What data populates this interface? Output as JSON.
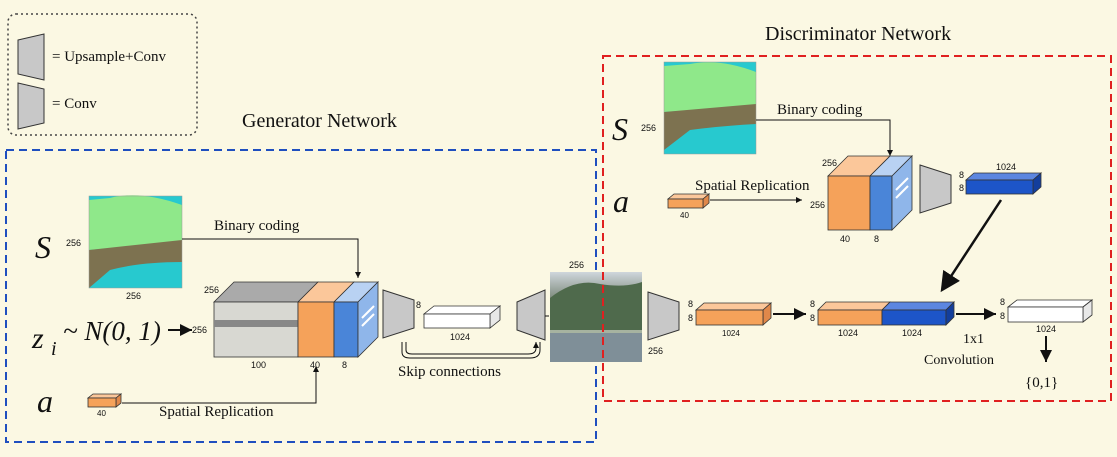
{
  "legend": {
    "upsample_conv": "= Upsample+Conv",
    "conv": "= Conv"
  },
  "generator": {
    "title": "Generator Network",
    "s_label": "S",
    "s_size": "256",
    "s_width": "256",
    "binary_coding": "Binary coding",
    "z_label": "z",
    "z_sub": "i",
    "z_dist": "~ N(0, 1)",
    "z_size": "256",
    "a_label": "a",
    "a_size": "40",
    "spatial_replication": "Spatial Replication",
    "block_size": "256",
    "dim_100": "100",
    "dim_40": "40",
    "dim_8": "8",
    "conv_8": "8",
    "fc_1024": "1024",
    "skip": "Skip connections"
  },
  "output_image": {
    "top_size": "256",
    "side_size": "256"
  },
  "discriminator": {
    "title": "Discriminator Network",
    "s_label": "S",
    "s_size": "256",
    "binary_coding": "Binary coding",
    "a_label": "a",
    "a_size": "40",
    "spatial_replication": "Spatial Replication",
    "block_top": "256",
    "block_side": "256",
    "dim_40": "40",
    "dim_8": "8",
    "small_8a": "8",
    "small_8b": "8",
    "small_1024": "1024",
    "img_8a": "8",
    "img_8b": "8",
    "img_1024": "1024",
    "cat_8a": "8",
    "cat_8b": "8",
    "cat_1024a": "1024",
    "cat_1024b": "1024",
    "out_8a": "8",
    "out_8b": "8",
    "out_1024": "1024",
    "conv_label_1": "1x1",
    "conv_label_2": "Convolution",
    "result": "{0,1}"
  },
  "colors": {
    "generator_border": "#1f4fbf",
    "discriminator_border": "#e02020",
    "orange": "#f5a25a",
    "blue": "#1d55c8",
    "light_blue": "#8fb6ea",
    "gray": "#c8c8c8"
  }
}
